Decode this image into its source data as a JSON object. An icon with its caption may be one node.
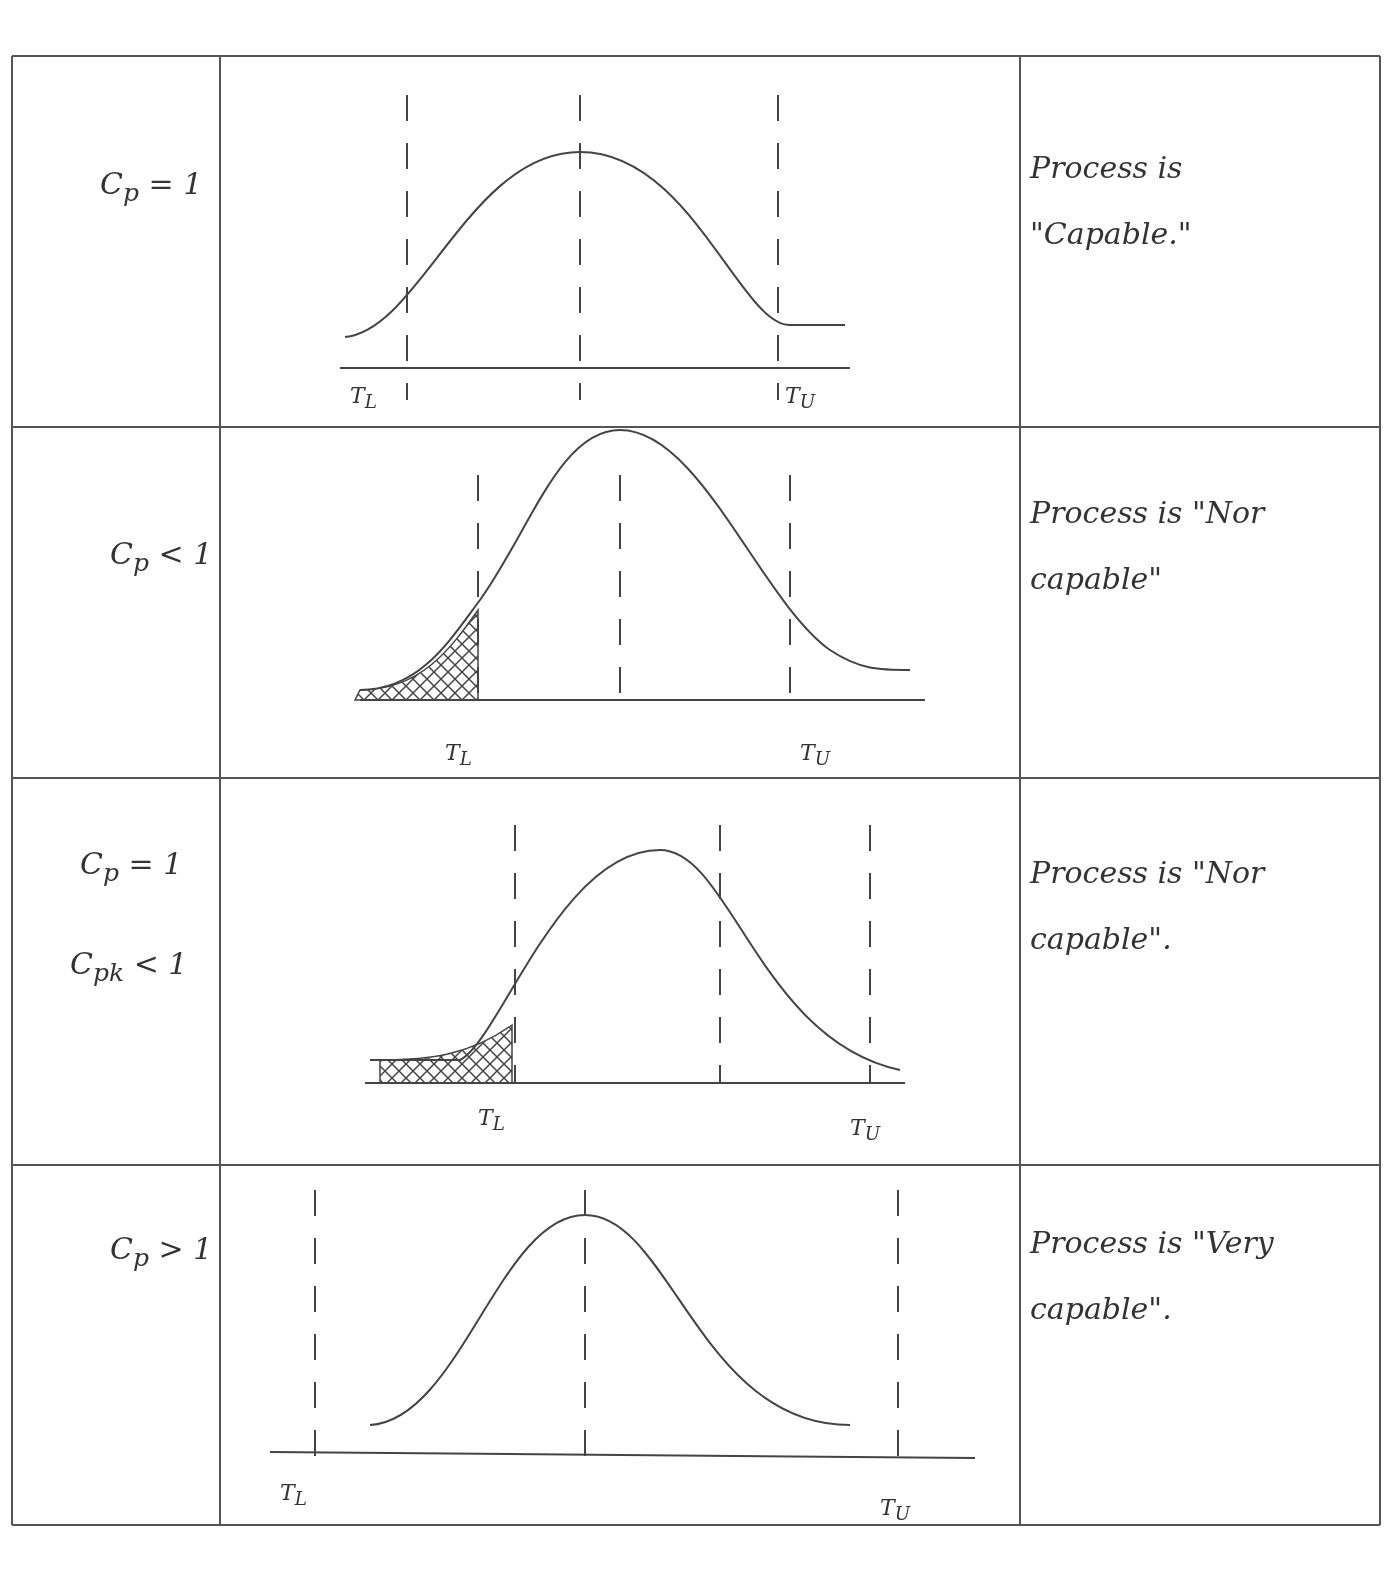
{
  "diagram": {
    "labels": [
      "C$_{p}$ = 1",
      "T$_{L}$",
      "T$_{U}$",
      "Process is \"Capable.\"",
      "C$_{p}$ < 1",
      "T$_{L}$",
      "T$_{U}$",
      "Process is \"Nor capable\"",
      "C$_{p}$ = 1",
      "C$_{pk}$ < 1",
      "T$_{L}$",
      "T$_{U}$",
      "Process is \"Nor capable\".",
      "C$_{p}$ > 1",
      "T$_{L}$",
      "T$_{U}$",
      "Process is \"Very capable\"."
    ]
  }
}
